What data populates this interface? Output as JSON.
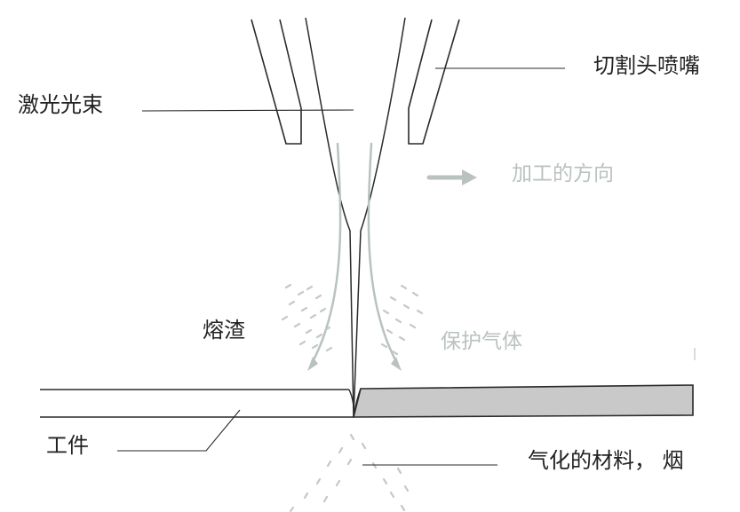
{
  "labels": {
    "laser_beam": "激光光束",
    "nozzle": "切割头喷嘴",
    "cutting_direction": "加工的方向",
    "slag": "熔渣",
    "shield_gas": "保护气体",
    "workpiece": "工件",
    "vaporized_material": "气化的材料， 烟"
  },
  "colors": {
    "line": "#2a2a2a",
    "accent_gray": "#b9c2bf",
    "workpiece_cut": "#c9c9c9",
    "particle": "#c4cac8"
  }
}
